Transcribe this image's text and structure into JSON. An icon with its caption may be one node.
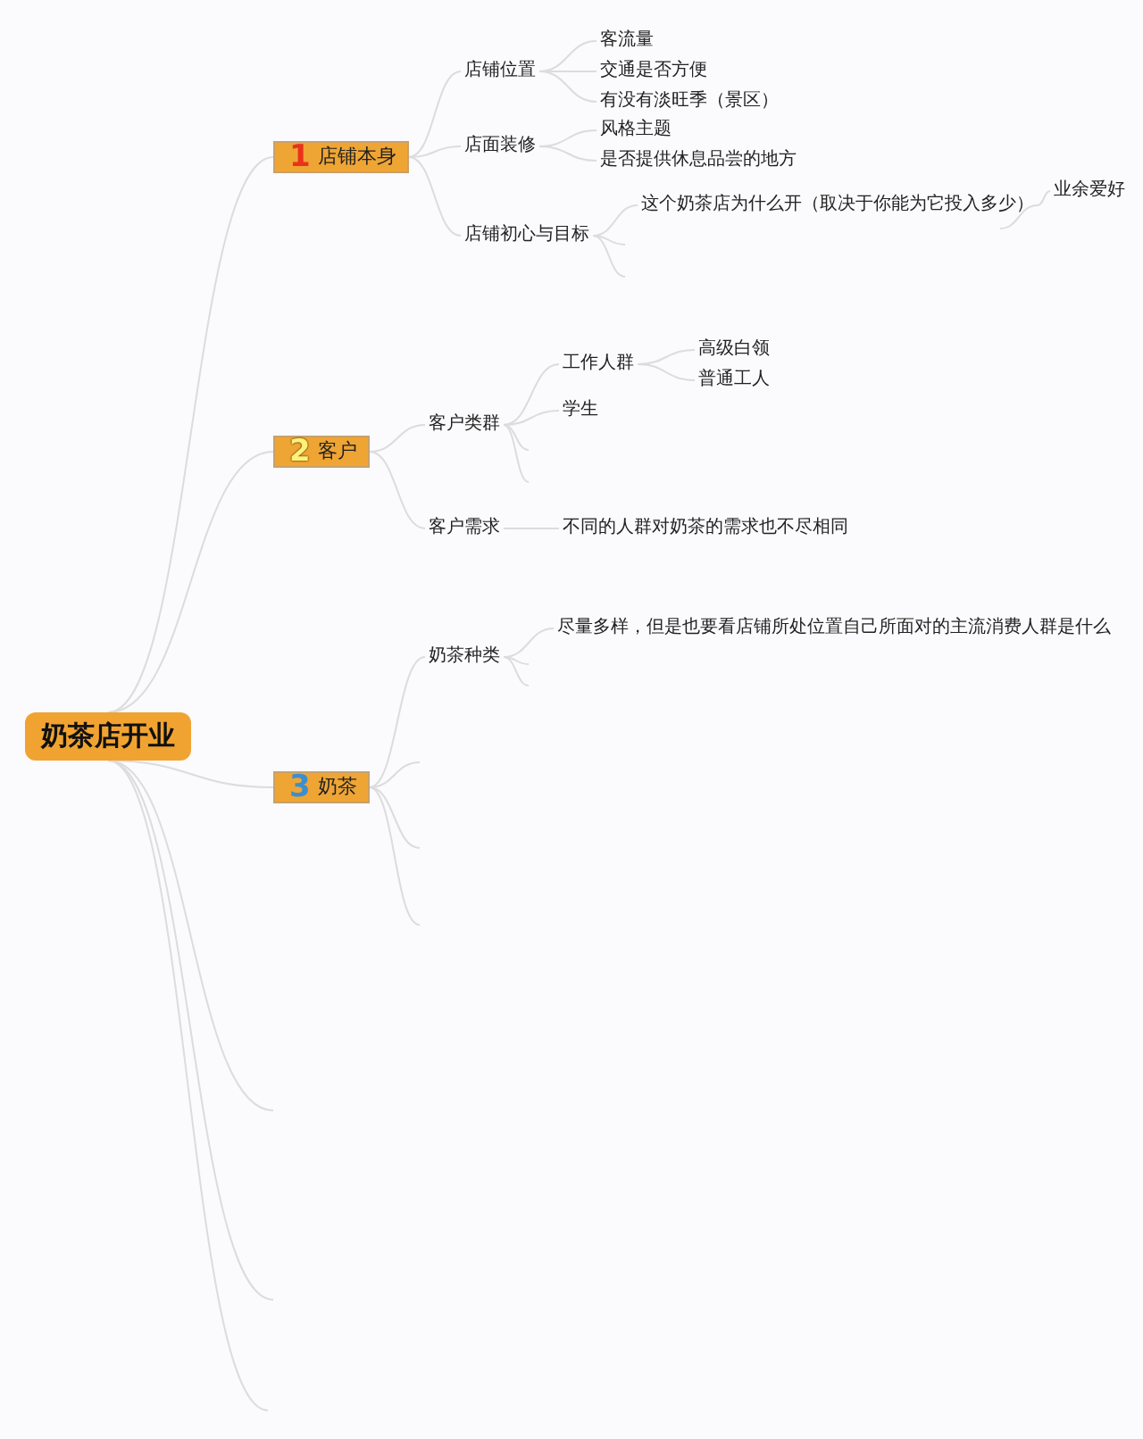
{
  "diagram": {
    "nodes": [
      {
        "text": [
          "奶茶店开业"
        ]
      },
      {
        "text": [
          "1",
          "店铺本身"
        ]
      },
      {
        "text": [
          "店铺位置"
        ]
      },
      {
        "text": [
          "客流量"
        ]
      },
      {
        "text": [
          "交通是否方便"
        ]
      },
      {
        "text": [
          "有没有淡旺季（景区）"
        ]
      },
      {
        "text": [
          "店面装修"
        ]
      },
      {
        "text": [
          "风格主题"
        ]
      },
      {
        "text": [
          "是否提供休息品尝的地方"
        ]
      },
      {
        "text": [
          "店铺初心与目标"
        ]
      },
      {
        "text": [
          "这个奶茶店为什么开（取决于你能为它投入多少）"
        ]
      },
      {
        "text": [
          "业余爱好"
        ]
      },
      {
        "text": [
          "2",
          "客户"
        ]
      },
      {
        "text": [
          "客户类群"
        ]
      },
      {
        "text": [
          "工作人群"
        ]
      },
      {
        "text": [
          "高级白领"
        ]
      },
      {
        "text": [
          "普通工人"
        ]
      },
      {
        "text": [
          "学生"
        ]
      },
      {
        "text": [
          "客户需求"
        ]
      },
      {
        "text": [
          "不同的人群对奶茶的需求也不尽相同"
        ]
      },
      {
        "text": [
          "3",
          "奶茶"
        ]
      },
      {
        "text": [
          "奶茶种类"
        ]
      },
      {
        "text": [
          "尽量多样，但是也要看店铺所处位置自己所面对的主流消费人群是什么"
        ]
      }
    ],
    "edges": [
      {
        "from": 0,
        "to": 1,
        "arrow": "none"
      },
      {
        "from": 1,
        "to": 2,
        "arrow": "none"
      },
      {
        "from": 2,
        "to": 3,
        "arrow": "none"
      },
      {
        "from": 2,
        "to": 4,
        "arrow": "none"
      },
      {
        "from": 2,
        "to": 5,
        "arrow": "none"
      },
      {
        "from": 1,
        "to": 6,
        "arrow": "none"
      },
      {
        "from": 6,
        "to": 7,
        "arrow": "none"
      },
      {
        "from": 6,
        "to": 8,
        "arrow": "none"
      },
      {
        "from": 1,
        "to": 9,
        "arrow": "none"
      },
      {
        "from": 9,
        "to": 10,
        "arrow": "none"
      },
      {
        "from": 10,
        "to": 11,
        "arrow": "none"
      },
      {
        "from": 10,
        "to": null,
        "arrow": "none"
      },
      {
        "from": 9,
        "to": null,
        "arrow": "none"
      },
      {
        "from": 9,
        "to": null,
        "arrow": "none"
      },
      {
        "from": 0,
        "to": 12,
        "arrow": "none"
      },
      {
        "from": 12,
        "to": 13,
        "arrow": "none"
      },
      {
        "from": 13,
        "to": 14,
        "arrow": "none"
      },
      {
        "from": 14,
        "to": 15,
        "arrow": "none"
      },
      {
        "from": 14,
        "to": 16,
        "arrow": "none"
      },
      {
        "from": 13,
        "to": 17,
        "arrow": "none"
      },
      {
        "from": 13,
        "to": null,
        "arrow": "none"
      },
      {
        "from": 13,
        "to": null,
        "arrow": "none"
      },
      {
        "from": 12,
        "to": 18,
        "arrow": "none"
      },
      {
        "from": 18,
        "to": 19,
        "arrow": "none"
      },
      {
        "from": 0,
        "to": 20,
        "arrow": "none"
      },
      {
        "from": 20,
        "to": 21,
        "arrow": "none"
      },
      {
        "from": 21,
        "to": 22,
        "arrow": "none"
      },
      {
        "from": 21,
        "to": null,
        "arrow": "none"
      },
      {
        "from": 21,
        "to": null,
        "arrow": "none"
      },
      {
        "from": 20,
        "to": null,
        "arrow": "none"
      },
      {
        "from": 20,
        "to": null,
        "arrow": "none"
      },
      {
        "from": 20,
        "to": null,
        "arrow": "none"
      },
      {
        "from": 0,
        "to": null,
        "arrow": "none"
      },
      {
        "from": 0,
        "to": null,
        "arrow": "none"
      },
      {
        "from": 0,
        "to": null,
        "arrow": "none"
      }
    ]
  }
}
